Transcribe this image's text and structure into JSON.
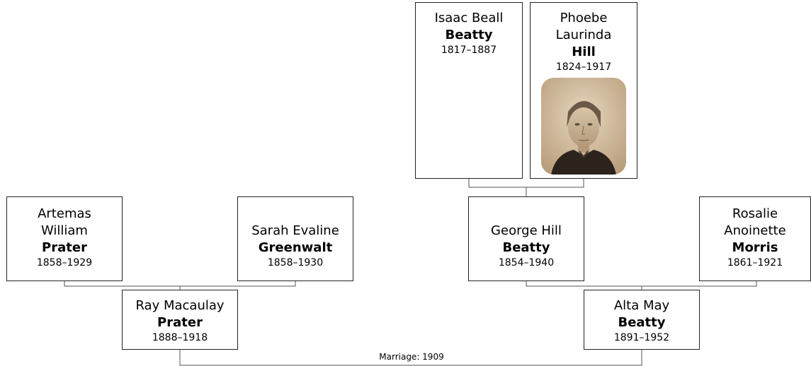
{
  "people": {
    "isaac": {
      "given": "Isaac Beall",
      "surname": "Beatty",
      "years": "1817–1887"
    },
    "phoebe": {
      "given": "Phoebe Laurinda",
      "surname": "Hill",
      "years": "1824–1917"
    },
    "artemas": {
      "given": "Artemas William",
      "surname": "Prater",
      "years": "1858–1929"
    },
    "sarah": {
      "given": "Sarah Evaline",
      "surname": "Greenwalt",
      "years": "1858–1930"
    },
    "george": {
      "given": "George Hill",
      "surname": "Beatty",
      "years": "1854–1940"
    },
    "rosalie": {
      "given": "Rosalie Anoinette",
      "surname": "Morris",
      "years": "1861–1921"
    },
    "ray": {
      "given": "Ray Macaulay",
      "surname": "Prater",
      "years": "1888–1918"
    },
    "alta": {
      "given": "Alta May",
      "surname": "Beatty",
      "years": "1891–1952"
    }
  },
  "marriage_label": "Marriage: 1909",
  "colors": {
    "line": "#555555",
    "border": "#222222",
    "photo_sepia": "#c8b193"
  }
}
